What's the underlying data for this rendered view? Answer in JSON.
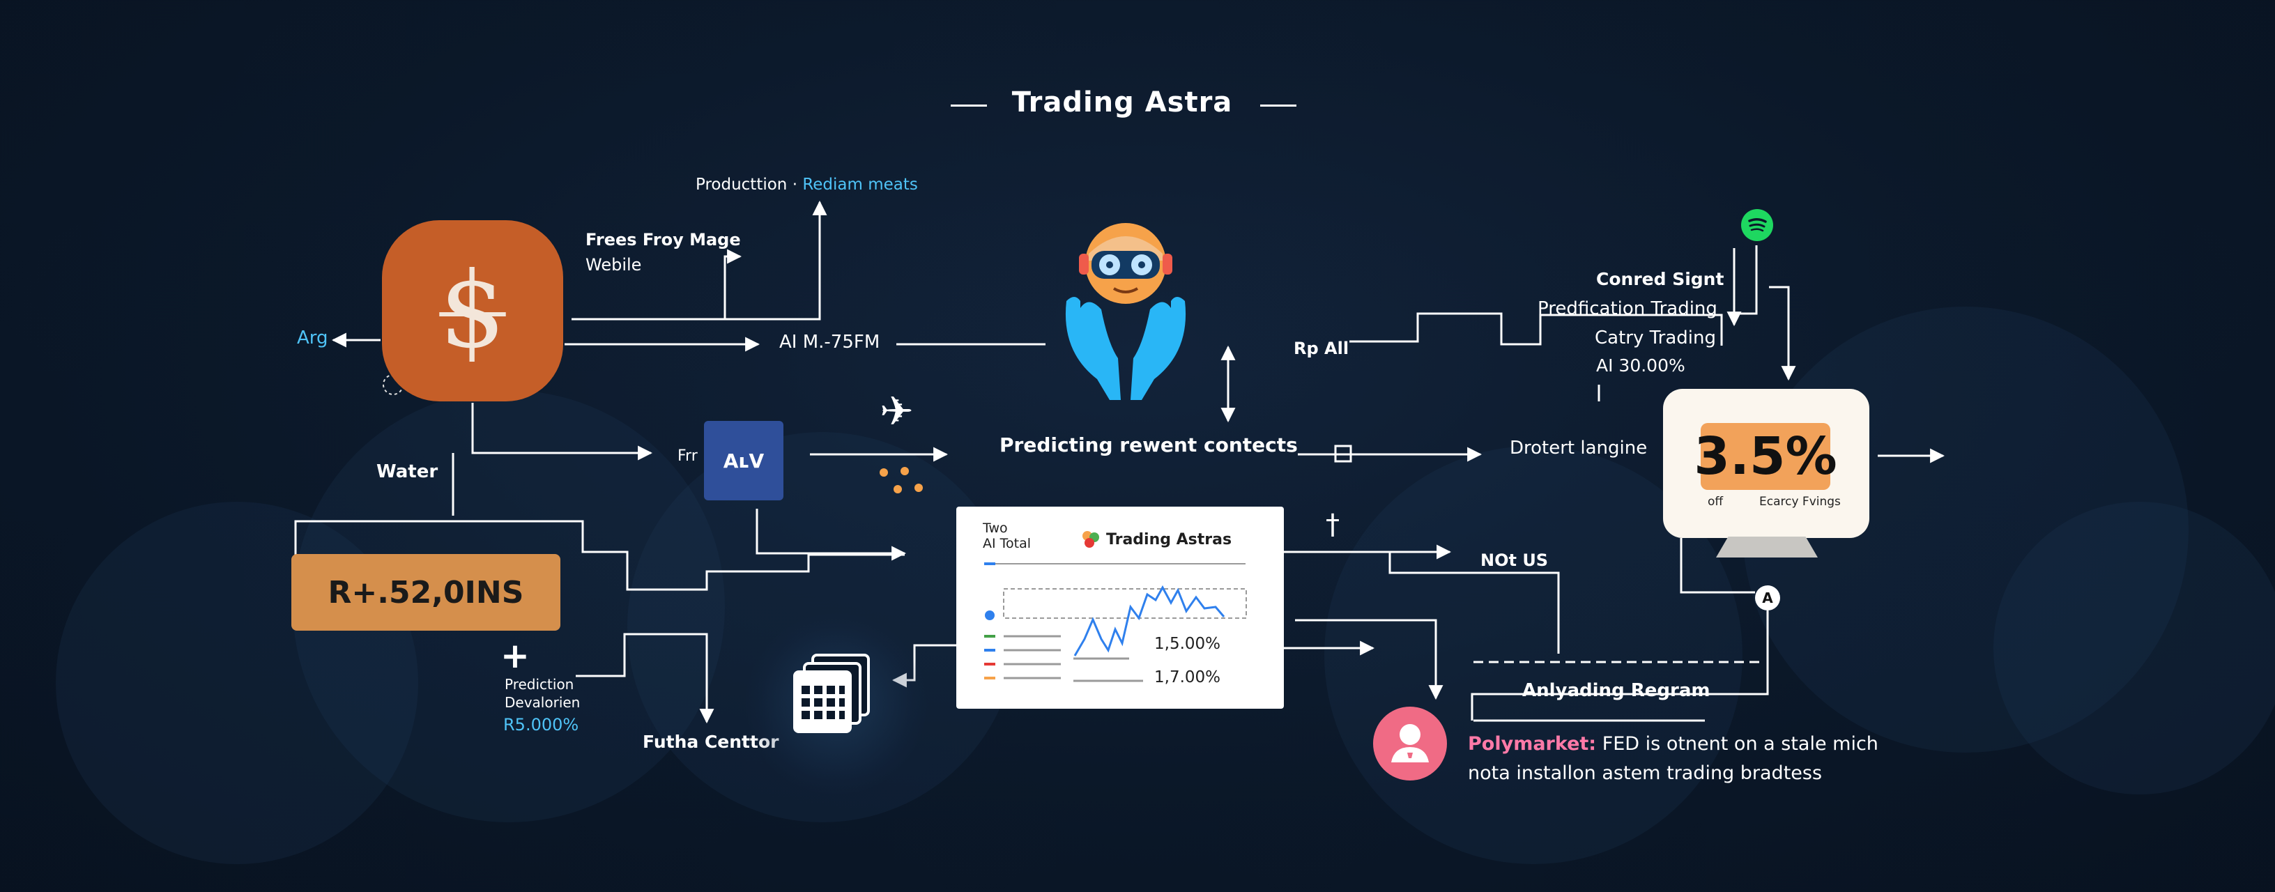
{
  "title": "Trading Astra",
  "colors": {
    "background": "#0b1829",
    "accent_blue": "#4fc3f7",
    "dollar_box": "#c55e28",
    "alv_box": "#2f4f9a",
    "rins_box": "#d58f4c",
    "percent_box": "#f2a25a",
    "polymarket_pink": "#ff7aa8"
  },
  "icons": {
    "dollar": "$",
    "robot": "robot-hands-icon",
    "airplane": "airplane-icon",
    "documents": "documents-icon",
    "spotify": "spotify-icon",
    "avatar": "user-avatar-icon",
    "plus": "+",
    "dagger": "†"
  },
  "labels": {
    "arg": "Arg",
    "production_prefix": "Producttion ·",
    "production_highlight": "Rediam meats",
    "frees_line1": "Frees Froy Mage",
    "frees_line2": "Webile",
    "ai_m": "AI M.-75FM",
    "water": "Water",
    "frr": "Frr",
    "alv": "AʟV",
    "rins": "R+.52,0INS",
    "prediction_line1": "Prediction",
    "prediction_line2": "Devalorien",
    "prediction_value": "R5.000%",
    "futha": "Futha Centtor",
    "predicting": "Predicting rewent contects",
    "rp_all": "Rp All",
    "conred": "Conred Signt",
    "predfication": "Predfication Trading",
    "catry": "Catry Trading",
    "ai_30": "AI 30.00%",
    "drotert": "Drotert langine",
    "not_us": "NOt US",
    "anlyading": "Anlyading Regram",
    "polymarket_prefix": "Polymarket:",
    "polymarket_line1": "FED is otnent on a stale mich",
    "polymarket_line2": "nota installon astem trading bradtess"
  },
  "card": {
    "two": "Two",
    "ai_total": "AI Total",
    "brand": "Trading Astras",
    "value1": "1,5.00%",
    "value2": "1,7.00%"
  },
  "monitor": {
    "percent": "3.5%",
    "left_caption": "off",
    "right_caption": "Ecarcy Fvings"
  },
  "a_badge": "A"
}
